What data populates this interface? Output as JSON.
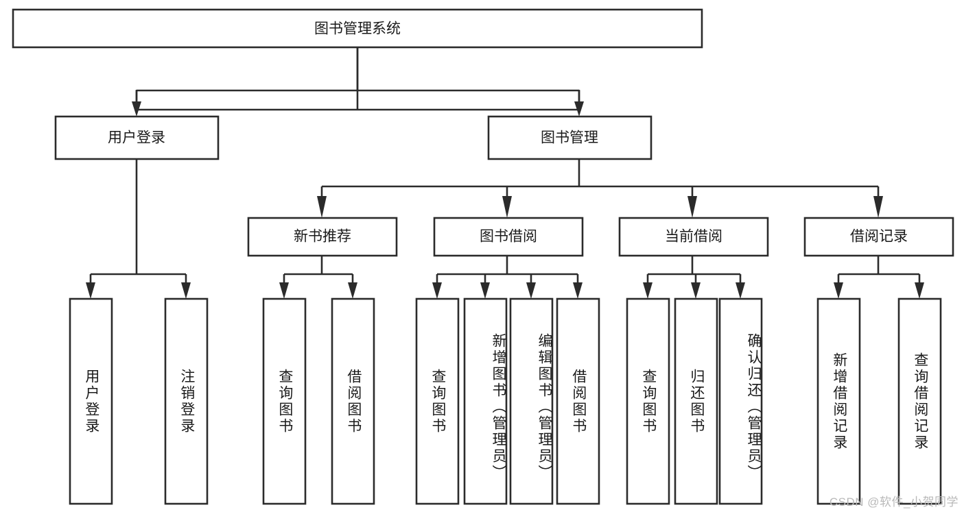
{
  "diagram": {
    "title": "图书管理系统",
    "type": "hierarchy-tree",
    "orientation": "top-down",
    "colors": {
      "box_stroke": "#2b2b2b",
      "box_fill": "#ffffff",
      "connector": "#2b2b2b",
      "text": "#1a1a1a",
      "watermark": "#b9b9b9",
      "background": "#ffffff"
    },
    "root": {
      "label": "图书管理系统"
    },
    "level2": [
      {
        "label": "用户登录"
      },
      {
        "label": "图书管理"
      }
    ],
    "level3": [
      {
        "label": "新书推荐"
      },
      {
        "label": "图书借阅"
      },
      {
        "label": "当前借阅"
      },
      {
        "label": "借阅记录"
      }
    ],
    "leaves": {
      "user_login": [
        {
          "label": "用户登录"
        },
        {
          "label": "注销登录"
        }
      ],
      "new_book_recommend": [
        {
          "label": "查询图书"
        },
        {
          "label": "借阅图书"
        }
      ],
      "book_borrow": [
        {
          "label": "查询图书"
        },
        {
          "label": "新增图书（管理员）"
        },
        {
          "label": "编辑图书（管理员）"
        },
        {
          "label": "借阅图书"
        }
      ],
      "current_borrow": [
        {
          "label": "查询图书"
        },
        {
          "label": "归还图书"
        },
        {
          "label": "确认归还（管理员）"
        }
      ],
      "borrow_record": [
        {
          "label": "新增借阅记录"
        },
        {
          "label": "查询借阅记录"
        }
      ]
    }
  },
  "watermark": {
    "text": "CSDN @软件_小贺同学"
  }
}
